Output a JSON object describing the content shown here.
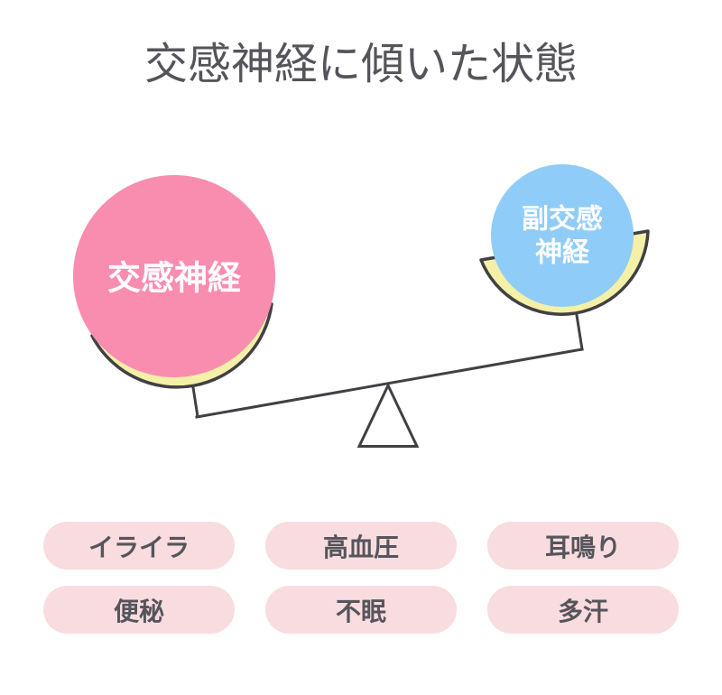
{
  "title": "交感神経に傾いた状態",
  "balance": {
    "left_ball_label": "交感神経",
    "right_ball_label_line1": "副交感",
    "right_ball_label_line2": "神経"
  },
  "symptoms": [
    "イライラ",
    "高血圧",
    "耳鳴り",
    "便秘",
    "不眠",
    "多汗"
  ],
  "colors": {
    "background": "#FFFFFF",
    "title_text": "#54545A",
    "outline": "#404045",
    "sympathetic_ball": "#F98DB0",
    "parasympathetic_ball": "#90CCF8",
    "pan": "#F5F0A7",
    "pill_background": "#F9DCDF",
    "pill_text": "#55555B",
    "ball_text": "#FFFFFF"
  }
}
